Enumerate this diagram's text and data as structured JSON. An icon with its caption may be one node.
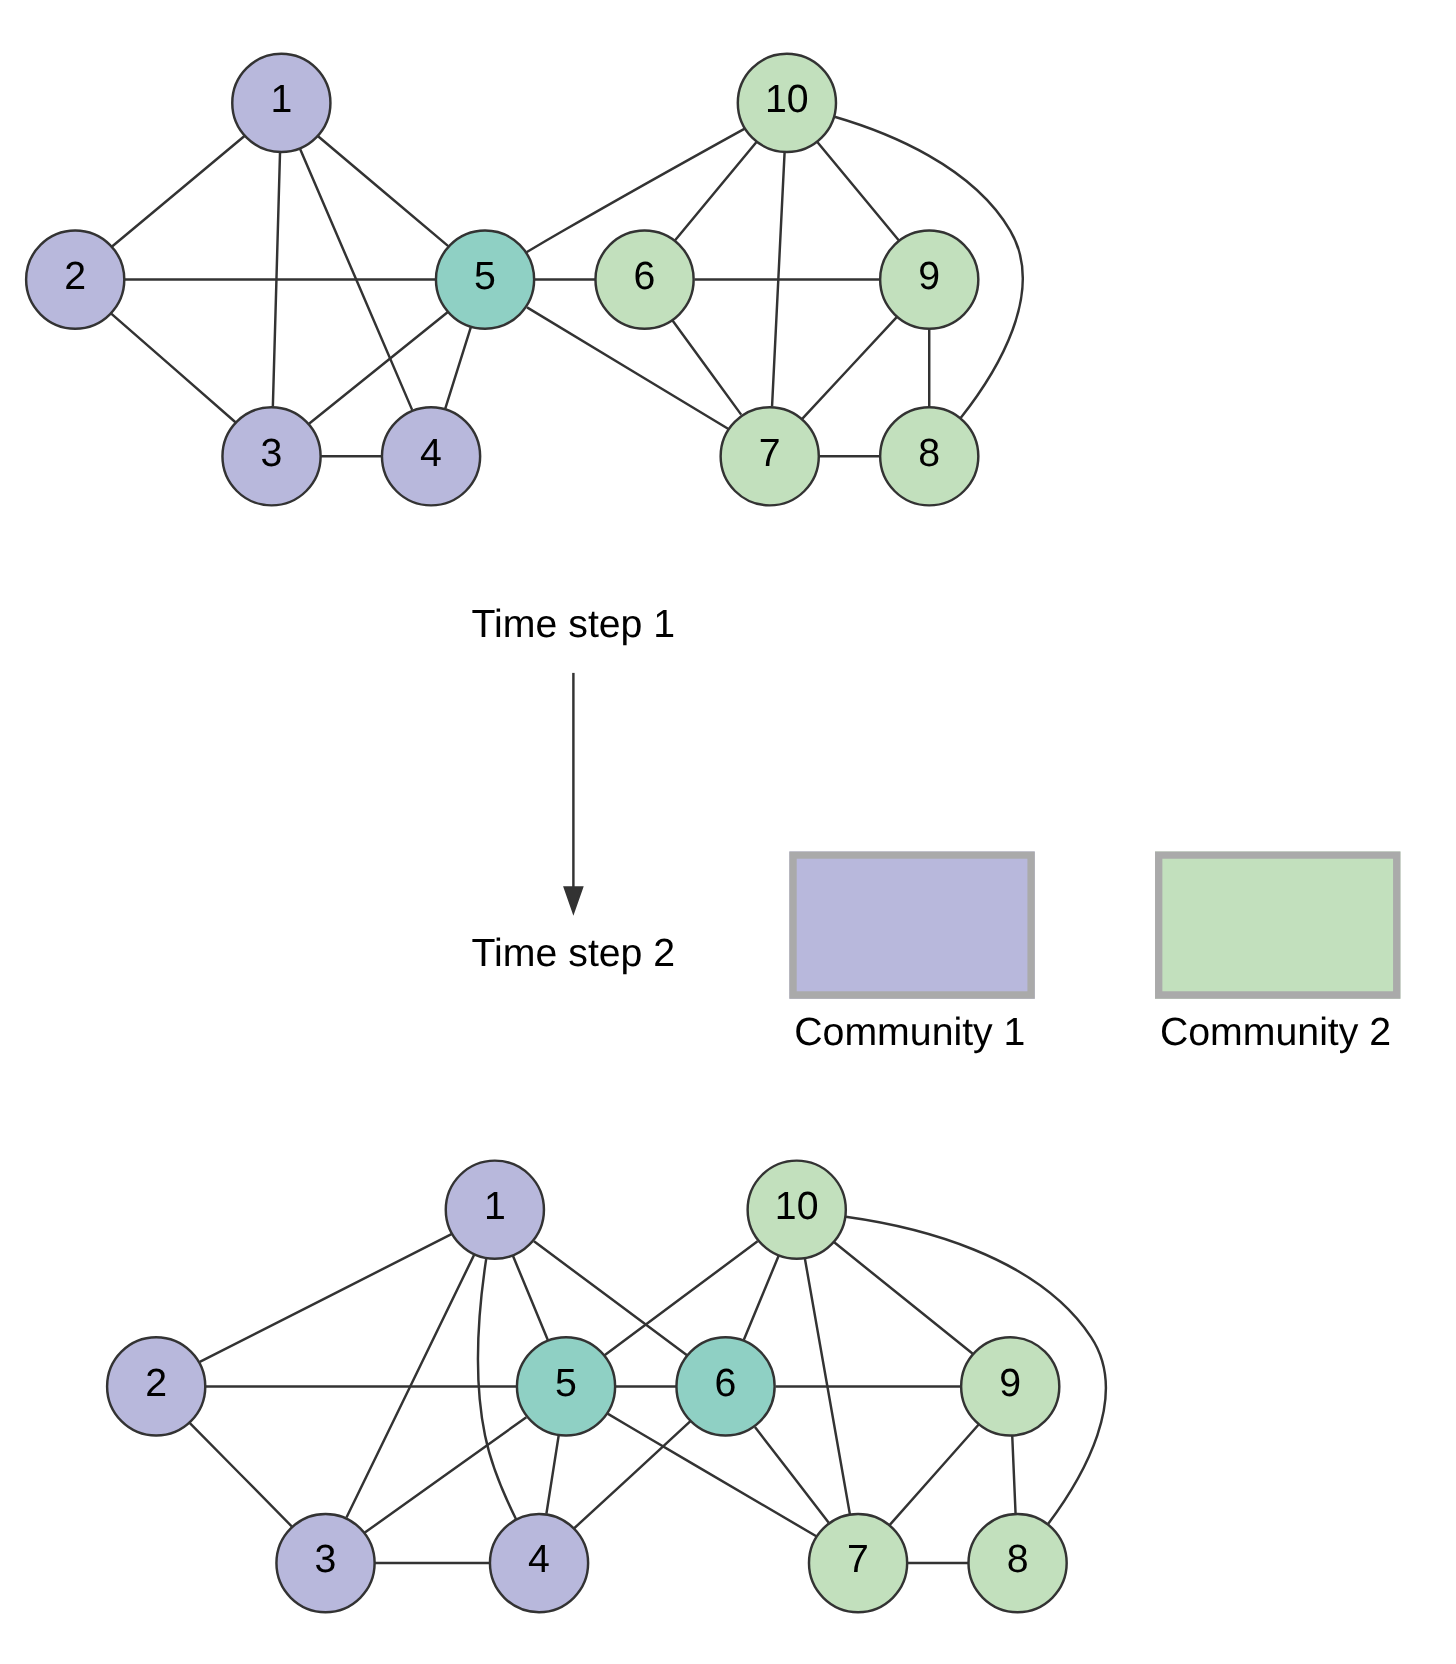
{
  "diagram": {
    "nodes": [
      {
        "text": [
          "1"
        ]
      },
      {
        "text": [
          "2"
        ]
      },
      {
        "text": [
          "3"
        ]
      },
      {
        "text": [
          "4"
        ]
      },
      {
        "text": [
          "5"
        ]
      },
      {
        "text": [
          "6"
        ]
      },
      {
        "text": [
          "7"
        ]
      },
      {
        "text": [
          "8"
        ]
      },
      {
        "text": [
          "9"
        ]
      },
      {
        "text": [
          "10"
        ]
      },
      {
        "text": [
          "1"
        ]
      },
      {
        "text": [
          "2"
        ]
      },
      {
        "text": [
          "3"
        ]
      },
      {
        "text": [
          "4"
        ]
      },
      {
        "text": [
          "5"
        ]
      },
      {
        "text": [
          "6"
        ]
      },
      {
        "text": [
          "7"
        ]
      },
      {
        "text": [
          "8"
        ]
      },
      {
        "text": [
          "9"
        ]
      },
      {
        "text": [
          "10"
        ]
      },
      {
        "text": [
          "Time step 1"
        ]
      },
      {
        "text": [
          "Time step 2"
        ]
      }
    ],
    "edges": [
      {
        "from": 0,
        "to": 1,
        "arrow": "none"
      },
      {
        "from": 0,
        "to": 2,
        "arrow": "none"
      },
      {
        "from": 0,
        "to": 3,
        "arrow": "none"
      },
      {
        "from": 0,
        "to": 4,
        "arrow": "none"
      },
      {
        "from": 1,
        "to": 4,
        "arrow": "none"
      },
      {
        "from": 1,
        "to": 2,
        "arrow": "none"
      },
      {
        "from": 2,
        "to": 3,
        "arrow": "none"
      },
      {
        "from": 4,
        "to": 2,
        "arrow": "none"
      },
      {
        "from": 4,
        "to": 3,
        "arrow": "none"
      },
      {
        "from": 9,
        "to": 4,
        "arrow": "none"
      },
      {
        "from": 4,
        "to": 5,
        "arrow": "none"
      },
      {
        "from": 4,
        "to": 6,
        "arrow": "none"
      },
      {
        "from": 9,
        "to": 5,
        "arrow": "none"
      },
      {
        "from": 9,
        "to": 6,
        "arrow": "none"
      },
      {
        "from": 9,
        "to": 7,
        "arrow": "none"
      },
      {
        "from": 9,
        "to": 8,
        "arrow": "none"
      },
      {
        "from": 5,
        "to": 8,
        "arrow": "none"
      },
      {
        "from": 5,
        "to": 6,
        "arrow": "none"
      },
      {
        "from": 8,
        "to": 6,
        "arrow": "none"
      },
      {
        "from": 8,
        "to": 7,
        "arrow": "none"
      },
      {
        "from": 6,
        "to": 7,
        "arrow": "none"
      },
      {
        "from": 20,
        "to": 21,
        "arrow": "to"
      },
      {
        "from": 10,
        "to": 11,
        "arrow": "none"
      },
      {
        "from": 10,
        "to": 12,
        "arrow": "none"
      },
      {
        "from": 10,
        "to": 13,
        "arrow": "none"
      },
      {
        "from": 10,
        "to": 14,
        "arrow": "none"
      },
      {
        "from": 10,
        "to": 15,
        "arrow": "none"
      },
      {
        "from": 11,
        "to": 14,
        "arrow": "none"
      },
      {
        "from": 11,
        "to": 12,
        "arrow": "none"
      },
      {
        "from": 12,
        "to": 13,
        "arrow": "none"
      },
      {
        "from": 14,
        "to": 12,
        "arrow": "none"
      },
      {
        "from": 14,
        "to": 13,
        "arrow": "none"
      },
      {
        "from": 15,
        "to": 13,
        "arrow": "none"
      },
      {
        "from": 19,
        "to": 14,
        "arrow": "none"
      },
      {
        "from": 14,
        "to": 15,
        "arrow": "none"
      },
      {
        "from": 14,
        "to": 16,
        "arrow": "none"
      },
      {
        "from": 19,
        "to": 15,
        "arrow": "none"
      },
      {
        "from": 19,
        "to": 16,
        "arrow": "none"
      },
      {
        "from": 19,
        "to": 17,
        "arrow": "none"
      },
      {
        "from": 19,
        "to": 18,
        "arrow": "none"
      },
      {
        "from": 15,
        "to": 18,
        "arrow": "none"
      },
      {
        "from": 15,
        "to": 16,
        "arrow": "none"
      },
      {
        "from": 18,
        "to": 16,
        "arrow": "none"
      },
      {
        "from": 18,
        "to": 17,
        "arrow": "none"
      },
      {
        "from": 16,
        "to": 17,
        "arrow": "none"
      }
    ],
    "legend": [
      {
        "text": "Community 1",
        "color": "#b8b8dc"
      },
      {
        "text": "Community 2",
        "color": "#c2e0bd"
      }
    ]
  }
}
